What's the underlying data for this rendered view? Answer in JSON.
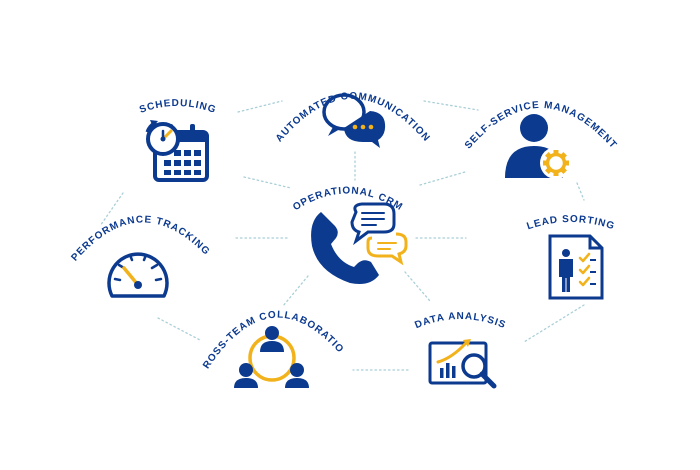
{
  "diagram": {
    "center": {
      "label": "OPERATIONAL CRM",
      "icon": "phone-chat-icon"
    },
    "nodes": [
      {
        "id": "scheduling",
        "label": "SCHEDULING",
        "icon": "calendar-clock-icon"
      },
      {
        "id": "automated-communication",
        "label": "AUTOMATED COMMUNICATION",
        "icon": "chat-bubble-icon"
      },
      {
        "id": "self-service-management",
        "label": "SELF-SERVICE MANAGEMENT",
        "icon": "user-gear-icon"
      },
      {
        "id": "lead-sorting",
        "label": "LEAD SORTING",
        "icon": "document-checklist-icon"
      },
      {
        "id": "data-analysis",
        "label": "DATA ANALYSIS",
        "icon": "chart-magnifier-icon"
      },
      {
        "id": "cross-team-collaboration",
        "label": "CROSS-TEAM COLLABORATION",
        "icon": "team-cycle-icon"
      },
      {
        "id": "performance-tracking",
        "label": "PERFORMANCE TRACKING",
        "icon": "speedometer-icon"
      }
    ]
  },
  "colors": {
    "primary": "#0c3a8f",
    "accent": "#f2b21c",
    "connector": "#a9cfd7",
    "background": "#ffffff"
  }
}
